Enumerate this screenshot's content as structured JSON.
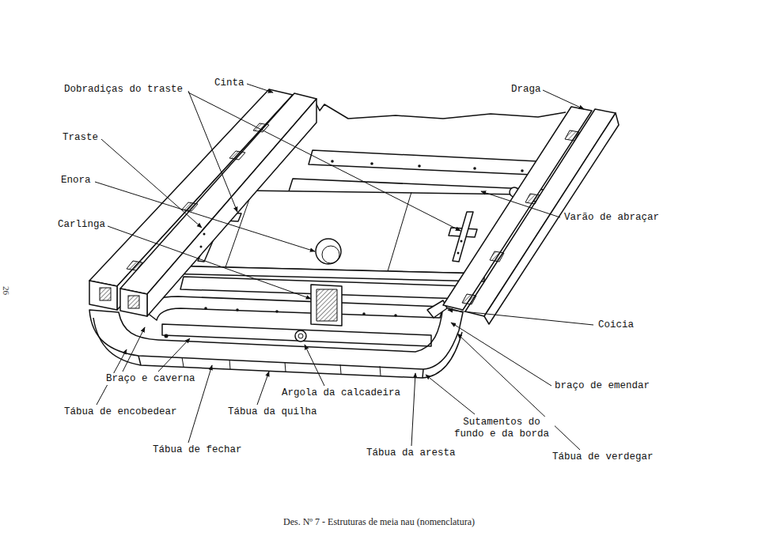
{
  "diagram": {
    "caption": "Des. Nº 7 - Estruturas de meia nau (nomenclatura)",
    "labels": [
      "Cinta",
      "Dobradiças do traste",
      "Draga",
      "Traste",
      "Enora",
      "Carlinga",
      "Varão de abraçar",
      "Coicia",
      "braço de emendar",
      "Braço e caverna",
      "Argola da calcadeira",
      "Tábua de encobedear",
      "Tábua da quilha",
      "Sutamentos do fundo e da borda",
      "Tábua de fechar",
      "Tábua da aresta",
      "Tábua de verdegar",
      "26"
    ]
  }
}
